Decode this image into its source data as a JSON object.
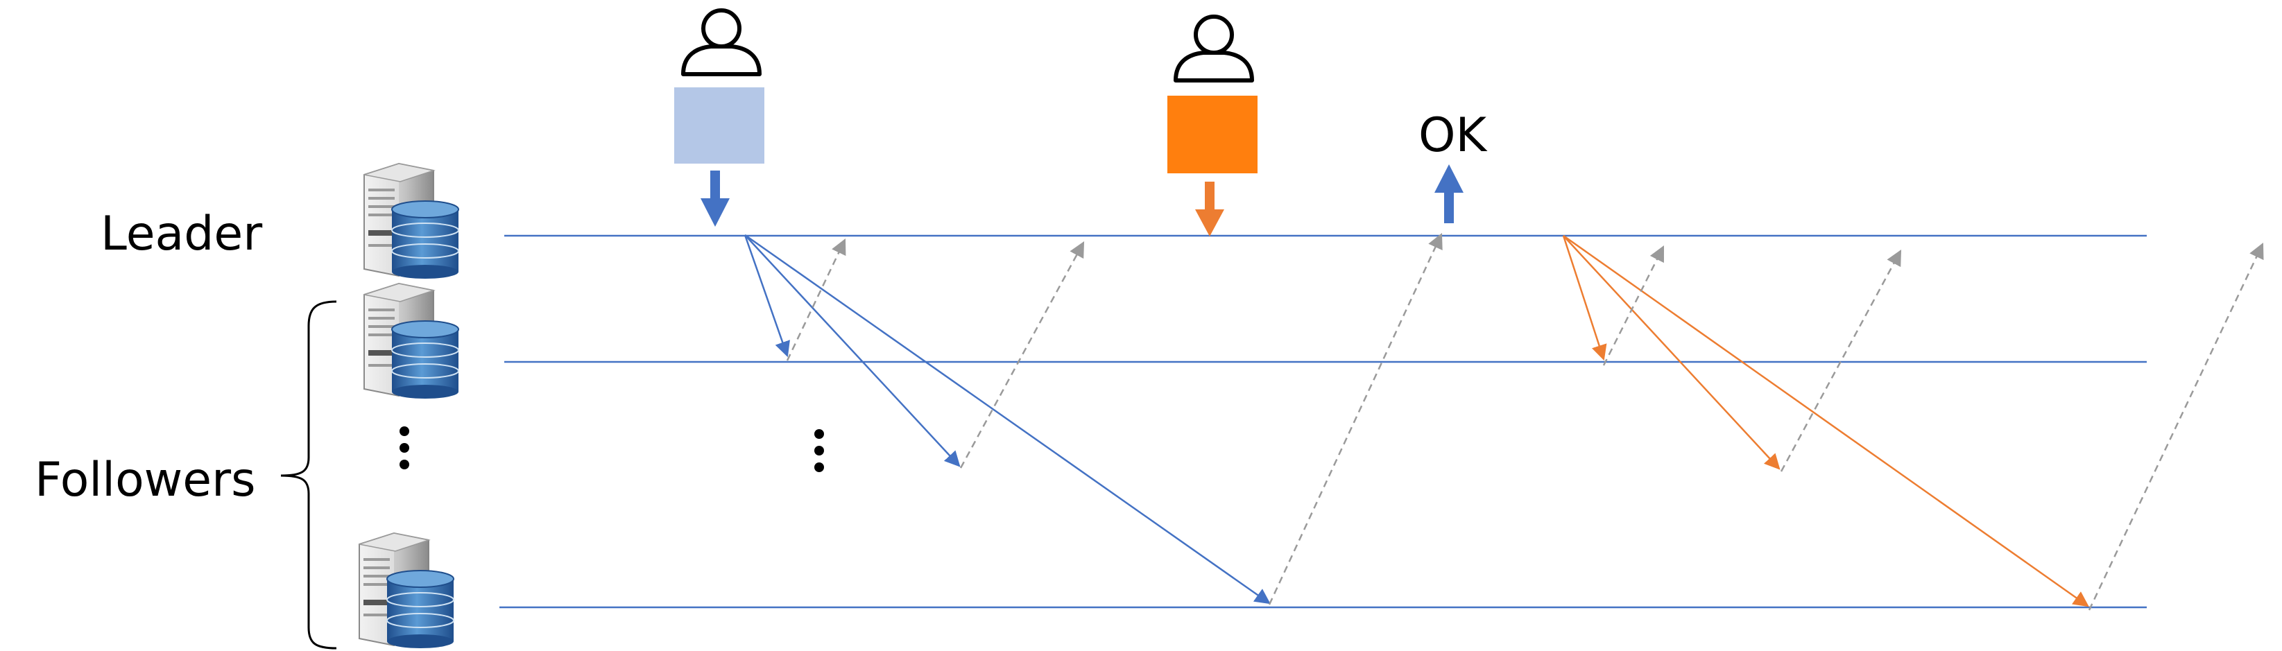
{
  "labels": {
    "leader": "Leader",
    "followers": "Followers",
    "ok": "OK"
  },
  "colors": {
    "timeline": "#4472C4",
    "blue_message": "#4472C4",
    "orange_message": "#ED7D31",
    "ack": "#9A9A9A",
    "client_request_blue": "#B4C7E7",
    "client_request_orange": "#FF7F0E",
    "client_outline": "#000000"
  },
  "icons": {
    "leader_server": "server-database-icon",
    "follower_server": "server-database-icon",
    "client": "user-outline-icon",
    "ellipsis": "vertical-ellipsis-icon"
  }
}
